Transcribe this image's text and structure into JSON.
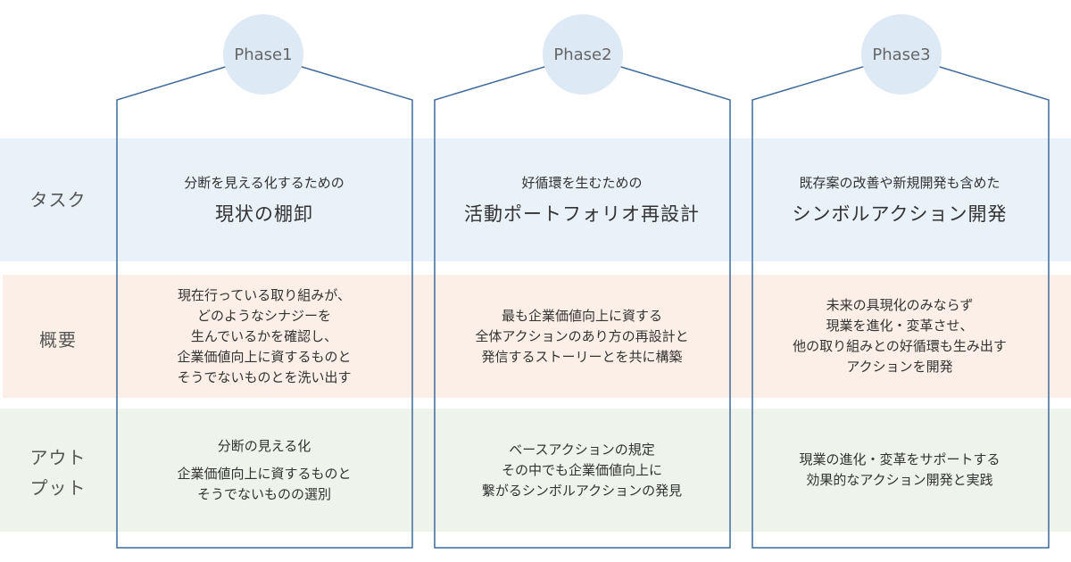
{
  "row_labels": {
    "task": "タスク",
    "overview": "概要",
    "output_line1": "アウト",
    "output_line2": "プット"
  },
  "colors": {
    "task_band": "#e9f1f9",
    "overview_band": "#fbefe7",
    "output_band": "#eef4eb",
    "column_border": "#3e6a9c",
    "phase_circle": "#dde9f5"
  },
  "phases": [
    {
      "label": "Phase1",
      "task_sub": "分断を見える化するための",
      "task_main": "現状の棚卸",
      "overview": [
        "現在行っている取り組みが、",
        "どのようなシナジーを",
        "生んでいるかを確認し、",
        "企業価値向上に資するものと",
        "そうでないものとを洗い出す"
      ],
      "output_first": "分断の見える化",
      "output": [
        "企業価値向上に資するものと",
        "そうでないものの選別"
      ]
    },
    {
      "label": "Phase2",
      "task_sub": "好循環を生むための",
      "task_main": "活動ポートフォリオ再設計",
      "overview": [
        "最も企業価値向上に資する",
        "全体アクションのあり方の再設計と",
        "発信するストーリーとを共に構築"
      ],
      "output": [
        "ベースアクションの規定",
        "その中でも企業価値向上に",
        "繋がるシンボルアクションの発見"
      ]
    },
    {
      "label": "Phase3",
      "task_sub": "既存案の改善や新規開発も含めた",
      "task_main": "シンボルアクション開発",
      "overview": [
        "未来の具現化のみならず",
        "現業を進化・変革させ、",
        "他の取り組みとの好循環も生み出す",
        "アクションを開発"
      ],
      "output": [
        "現業の進化・変革をサポートする",
        "効果的なアクション開発と実践"
      ]
    }
  ]
}
